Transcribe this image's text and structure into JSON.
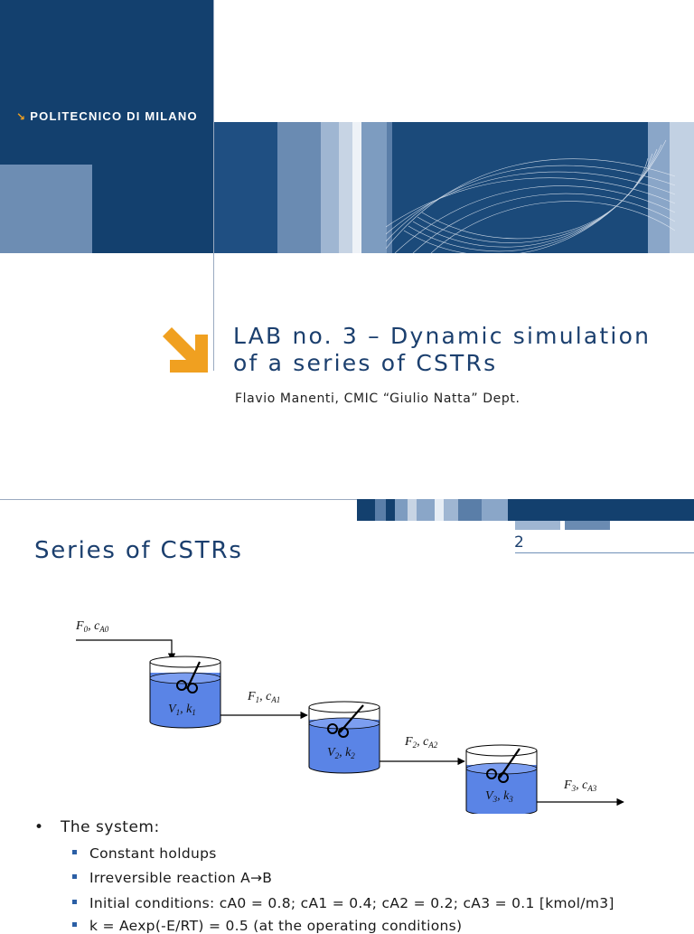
{
  "slide1": {
    "logo_text": "POLITECNICO DI MILANO",
    "title_line1": "LAB no. 3 – Dynamic simulation",
    "title_line2": "of a series of CSTRs",
    "subtitle": "Flavio Manenti, CMIC “Giulio Natta” Dept."
  },
  "slide2": {
    "number": "2",
    "title": "Series of CSTRs",
    "diagram": {
      "inlet_F": "F",
      "inlet_F_sub": "0",
      "inlet_c": "c",
      "inlet_c_sub": "A0",
      "tank1_V": "V",
      "tank1_V_sub": "1",
      "tank1_k": "k",
      "tank1_k_sub": "1",
      "stream1_F": "F",
      "stream1_F_sub": "1",
      "stream1_c": "c",
      "stream1_c_sub": "A1",
      "tank2_V": "V",
      "tank2_V_sub": "2",
      "tank2_k": "k",
      "tank2_k_sub": "2",
      "stream2_F": "F",
      "stream2_F_sub": "2",
      "stream2_c": "c",
      "stream2_c_sub": "A2",
      "tank3_V": "V",
      "tank3_V_sub": "3",
      "tank3_k": "k",
      "tank3_k_sub": "3",
      "stream3_F": "F",
      "stream3_F_sub": "3",
      "stream3_c": "c",
      "stream3_c_sub": "A3"
    },
    "bullet_main": "The system:",
    "sub_bullets": [
      "Constant holdups",
      "Irreversible reaction A→B",
      "Initial conditions: cA0 = 0.8; cA1 = 0.4; cA2 = 0.2; cA3 = 0.1 [kmol/m3]",
      "k = Aexp(-E/RT) = 0.5 (at the operating conditions)"
    ]
  },
  "colors": {
    "dark_blue": "#13406e",
    "mid_blue": "#6d8db3",
    "orange": "#f0a020",
    "liquid": "#5a84e6"
  }
}
